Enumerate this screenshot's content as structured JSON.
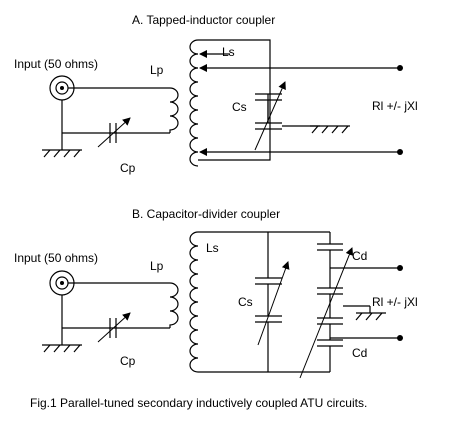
{
  "section_a": {
    "title": "A.  Tapped-inductor coupler",
    "input_label": "Input (50 ohms)",
    "lp_label": "Lp",
    "ls_label": "Ls",
    "cs_label": "Cs",
    "cp_label": "Cp",
    "load_label": "Rl +/- jXl"
  },
  "section_b": {
    "title": "B.  Capacitor-divider coupler",
    "input_label": "Input (50 ohms)",
    "lp_label": "Lp",
    "ls_label": "Ls",
    "cs_label": "Cs",
    "cp_label": "Cp",
    "cd_top_label": "Cd",
    "cd_bottom_label": "Cd",
    "load_label": "Rl +/- jXl"
  },
  "caption": "Fig.1  Parallel-tuned secondary inductively coupled ATU circuits."
}
